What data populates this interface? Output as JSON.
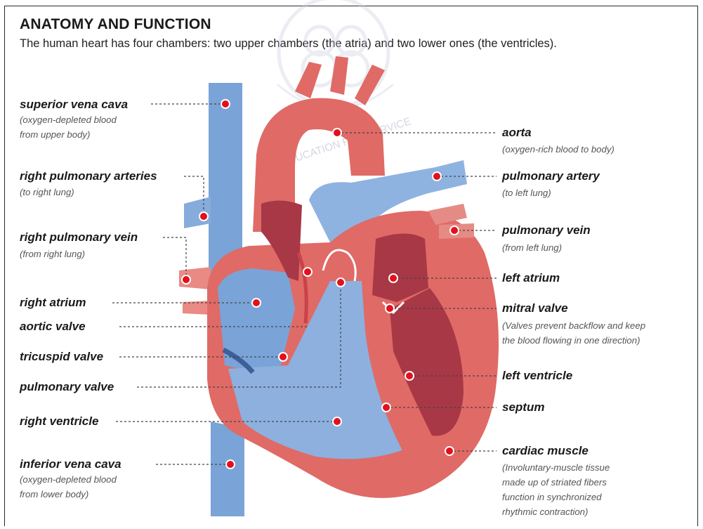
{
  "header": {
    "title": "ANATOMY AND FUNCTION",
    "subtitle": "The human heart has four chambers: two upper chambers (the atria) and two lower ones (the ventricles)."
  },
  "watermark": {
    "text": "EDUCATION FOR SERVICE"
  },
  "colors": {
    "deoxygenated_blue": "#7aa3d8",
    "oxygenated_red": "#e06a66",
    "chamber_dark_red": "#a83846",
    "marker": "#e3101b",
    "leader_line": "#444444"
  },
  "labels": {
    "superior_vena_cava": {
      "name": "superior vena cava",
      "note": [
        "(oxygen-depleted blood",
        "from upper body)"
      ]
    },
    "right_pulmonary_arteries": {
      "name": "right pulmonary arteries",
      "note": [
        "(to right lung)"
      ]
    },
    "right_pulmonary_vein": {
      "name": "right pulmonary vein",
      "note": [
        "(from right lung)"
      ]
    },
    "right_atrium": {
      "name": "right atrium"
    },
    "aortic_valve": {
      "name": "aortic valve"
    },
    "tricuspid_valve": {
      "name": "tricuspid valve"
    },
    "pulmonary_valve": {
      "name": "pulmonary valve"
    },
    "right_ventricle": {
      "name": "right ventricle"
    },
    "inferior_vena_cava": {
      "name": "inferior vena cava",
      "note": [
        "(oxygen-depleted blood",
        "from lower body)"
      ]
    },
    "aorta": {
      "name": "aorta",
      "note": [
        "(oxygen-rich blood to body)"
      ]
    },
    "pulmonary_artery": {
      "name": "pulmonary artery",
      "note": [
        "(to left lung)"
      ]
    },
    "pulmonary_vein": {
      "name": "pulmonary vein",
      "note": [
        "(from left lung)"
      ]
    },
    "left_atrium": {
      "name": "left atrium"
    },
    "mitral_valve": {
      "name": "mitral valve",
      "note": [
        "(Valves prevent backflow and keep",
        "the blood flowing in one direction)"
      ]
    },
    "left_ventricle": {
      "name": "left ventricle"
    },
    "septum": {
      "name": "septum"
    },
    "cardiac_muscle": {
      "name": "cardiac muscle",
      "note": [
        "(Involuntary-muscle tissue",
        "made up of striated fibers",
        "function in synchronized",
        "rhythmic contraction)"
      ]
    }
  }
}
